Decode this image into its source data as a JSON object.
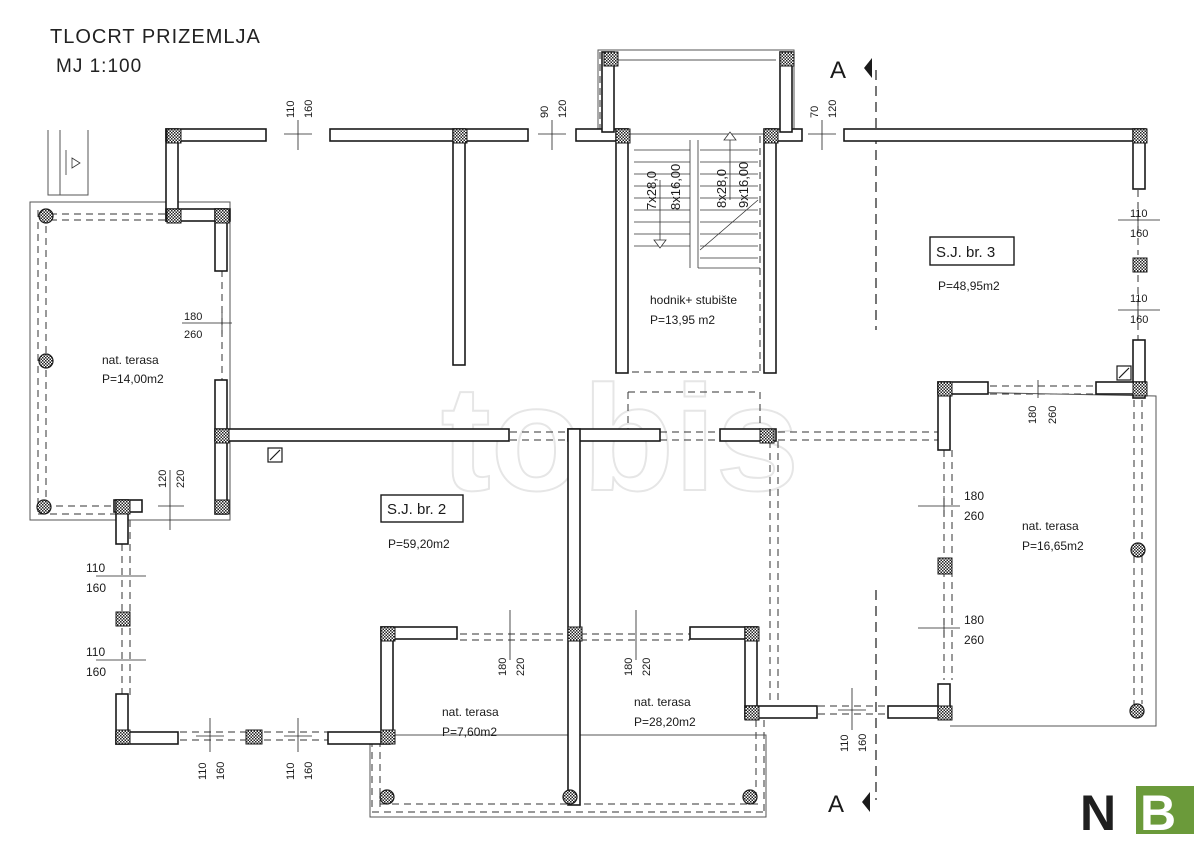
{
  "header": {
    "title": "TLOCRT PRIZEMLJA",
    "scale": "MJ 1:100"
  },
  "section_marks": {
    "top": "A",
    "bottom": "A"
  },
  "rooms": {
    "terrace_left": {
      "name": "nat. terasa",
      "area": "P=14,00m2"
    },
    "hallway": {
      "name": "hodnik+ stubište",
      "area": "P=13,95 m2"
    },
    "unit2": {
      "name": "S.J. br. 2",
      "area": "P=59,20m2"
    },
    "unit3": {
      "name": "S.J. br. 3",
      "area": "P=48,95m2"
    },
    "terrace_right": {
      "name": "nat. terasa",
      "area": "P=16,65m2"
    },
    "terrace_bottom_left": {
      "name": "nat. terasa",
      "area": "P=7,60m2"
    },
    "terrace_bottom_right": {
      "name": "nat. terasa",
      "area": "P=28,20m2"
    }
  },
  "stairs": {
    "left_top": "7x28,0",
    "left_bottom": "8x16,00",
    "right_top": "8x28,0",
    "right_bottom": "9x16,00"
  },
  "openings": {
    "top_1": {
      "w": "110",
      "h": "160"
    },
    "top_2": {
      "w": "90",
      "h": "120"
    },
    "top_3": {
      "w": "70",
      "h": "120"
    },
    "right_1": {
      "w": "110",
      "h": "160"
    },
    "right_2": {
      "w": "110",
      "h": "160"
    },
    "mid_left": {
      "w": "180",
      "h": "260"
    },
    "mid_right": {
      "w": "180",
      "h": "260"
    },
    "left_small": {
      "w": "120",
      "h": "220"
    },
    "left_wall_1": {
      "w": "110",
      "h": "160"
    },
    "left_wall_2": {
      "w": "110",
      "h": "160"
    },
    "terrace_r_1": {
      "w": "180",
      "h": "260"
    },
    "terrace_r_2": {
      "w": "180",
      "h": "260"
    },
    "bottom_1": {
      "w": "110",
      "h": "160"
    },
    "bottom_2": {
      "w": "110",
      "h": "160"
    },
    "bottom_mid_1": {
      "w": "180",
      "h": "220"
    },
    "bottom_mid_2": {
      "w": "180",
      "h": "220"
    },
    "bottom_right": {
      "w": "110",
      "h": "160"
    }
  },
  "logo": {
    "text": "NB",
    "color_dark": "#1f1f1f",
    "color_green": "#6b9a3a"
  },
  "watermark": {
    "text": "tobis"
  }
}
